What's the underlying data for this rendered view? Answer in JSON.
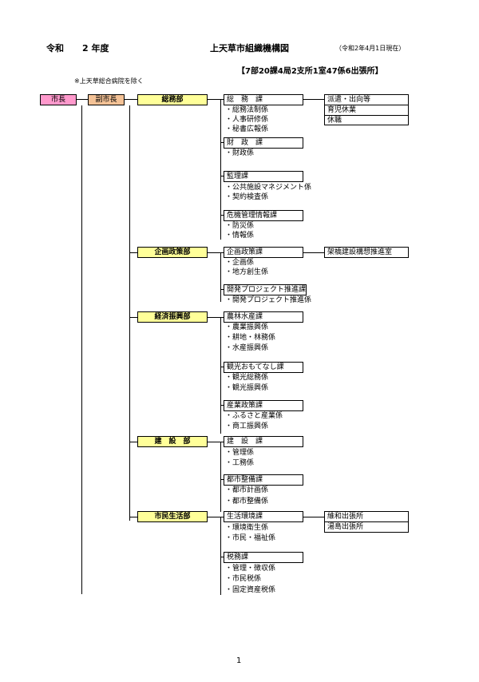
{
  "header": {
    "era": "令和",
    "year": "2 年度",
    "title": "上天草市組織機構図",
    "as_of": "（令和2年4月1日現在）",
    "summary": "【7部20課4局2支所1室47係6出張所】",
    "note": "※上天草総合病院を除く"
  },
  "mayor": "市長",
  "vice_mayor": "副市長",
  "departments": [
    {
      "name": "総務部",
      "sections": [
        {
          "name": "総　務　課",
          "units": [
            "・総務法制係",
            "・人事研修係",
            "・秘書広報係"
          ],
          "extras": [
            "派遣・出向等",
            "育児休業",
            "休職"
          ]
        },
        {
          "name": "財　政　課",
          "units": [
            "・財政係"
          ]
        },
        {
          "name": "監理課",
          "units": [
            "・公共施設マネジメント係",
            "・契約検査係"
          ]
        },
        {
          "name": "危機管理情報課",
          "units": [
            "・防災係",
            "・情報係"
          ]
        }
      ]
    },
    {
      "name": "企画政策部",
      "sections": [
        {
          "name": "企画政策課",
          "units": [
            "・企画係",
            "・地方創生係"
          ],
          "extras": [
            "架橋建設構想推進室"
          ]
        },
        {
          "name": "開発プロジェクト推進課",
          "units": [
            "・開発プロジェクト推進係"
          ]
        }
      ]
    },
    {
      "name": "経済振興部",
      "sections": [
        {
          "name": "農林水産課",
          "units": [
            "・農業振興係",
            "・耕地・林務係",
            "・水産振興係"
          ]
        },
        {
          "name": "観光おもてなし課",
          "units": [
            "・観光総務係",
            "・観光振興係"
          ]
        },
        {
          "name": "産業政策課",
          "units": [
            "・ふるさと産業係",
            "・商工振興係"
          ]
        }
      ]
    },
    {
      "name": "建　設　部",
      "sections": [
        {
          "name": "建　設　課",
          "units": [
            "・管理係",
            "・工務係"
          ]
        },
        {
          "name": "都市整備課",
          "units": [
            "・都市計画係",
            "・都市整備係"
          ]
        }
      ]
    },
    {
      "name": "市民生活部",
      "sections": [
        {
          "name": "生活環境課",
          "units": [
            "・環境衛生係",
            "・市民・福祉係"
          ],
          "extras": [
            "維和出張所",
            "湯島出張所"
          ]
        },
        {
          "name": "税務課",
          "units": [
            "・管理・徴収係",
            "・市民税係",
            "・固定資産税係"
          ]
        }
      ]
    }
  ],
  "page_number": "1"
}
